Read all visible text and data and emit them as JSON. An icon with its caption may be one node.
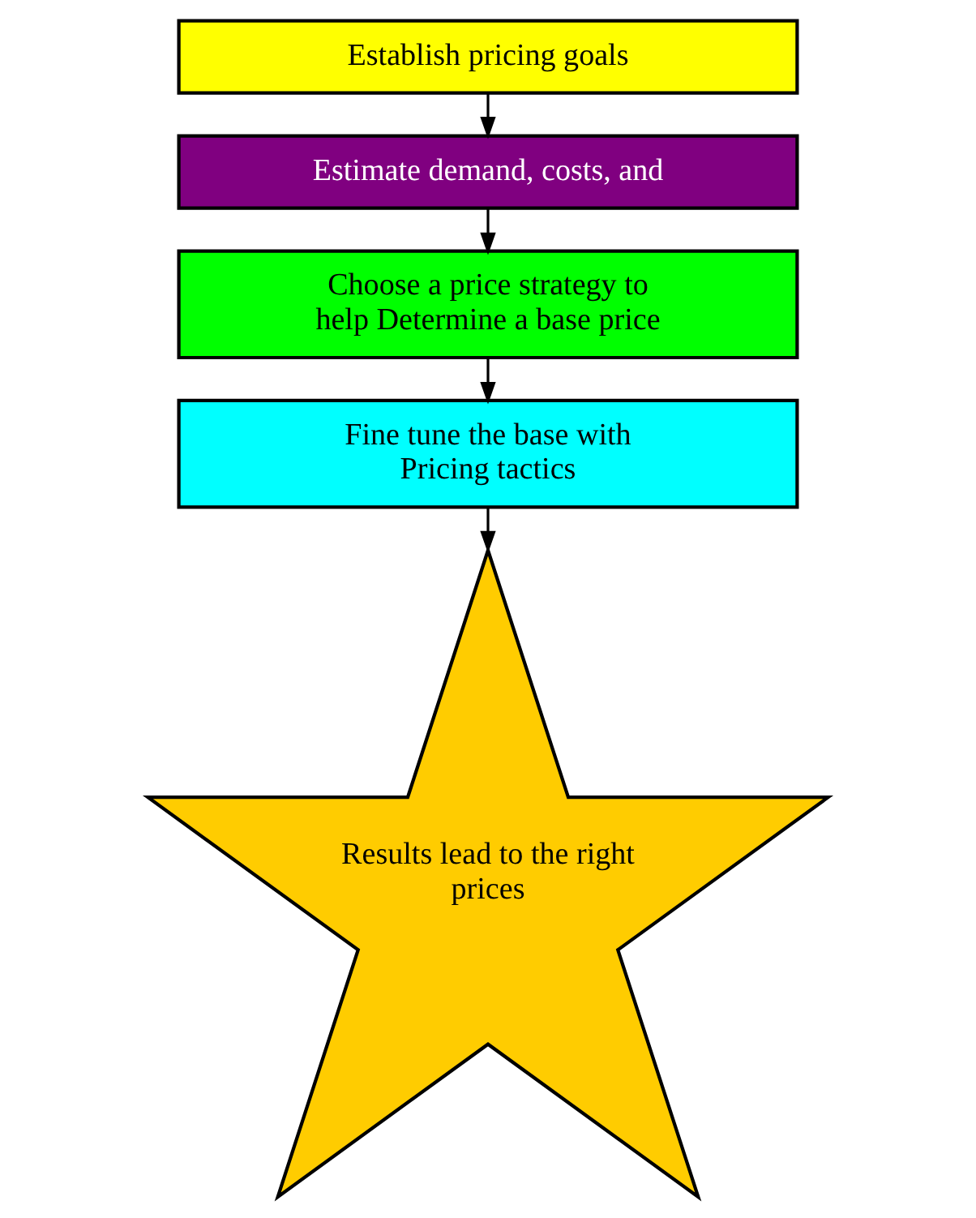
{
  "diagram": {
    "nodes": [
      {
        "text": [
          "Establish pricing goals"
        ]
      },
      {
        "text": [
          "Estimate demand, costs, and"
        ]
      },
      {
        "text": [
          "Choose a price strategy to help Determine a base price"
        ]
      },
      {
        "text": [
          "Fine tune the base with Pricing tactics"
        ]
      },
      {
        "text": [
          "Results lead to the right prices"
        ]
      }
    ],
    "edges": [
      {
        "from": 0,
        "to": 1,
        "arrow": "to"
      },
      {
        "from": 1,
        "to": 2,
        "arrow": "to"
      },
      {
        "from": 2,
        "to": 3,
        "arrow": "to"
      },
      {
        "from": 3,
        "to": 4,
        "arrow": "to"
      }
    ]
  }
}
